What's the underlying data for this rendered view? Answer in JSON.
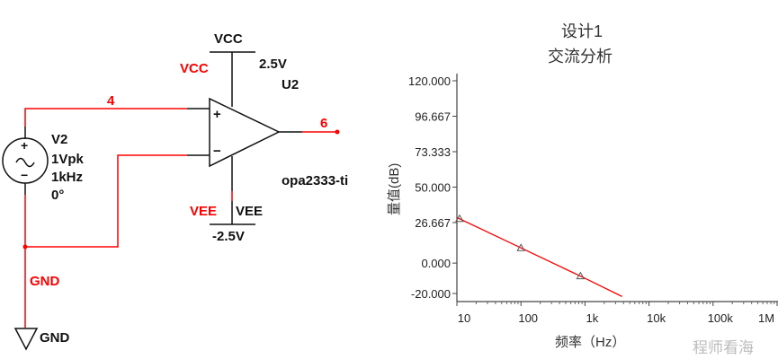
{
  "schematic": {
    "vcc_symbol": "VCC",
    "vcc_voltage": "2.5V",
    "vcc_net": "VCC",
    "part_ref": "U2",
    "part_model": "opa2333-ti",
    "net_in": "4",
    "net_out": "6",
    "source_ref": "V2",
    "source_amp": "1Vpk",
    "source_freq": "1kHz",
    "source_phase": "0°",
    "vee_net": "VEE",
    "vee_symbol": "VEE",
    "vee_voltage": "-2.5V",
    "gnd_net": "GND",
    "gnd_symbol": "GND",
    "plus": "+",
    "minus": "−",
    "wire_color": "#ff0000"
  },
  "watermark": "程师看海",
  "chart_data": {
    "type": "line",
    "title": "设计1",
    "subtitle": "交流分析",
    "xlabel": "频率（Hz）",
    "ylabel": "量值(dB)",
    "x_scale": "log",
    "xlim": [
      10,
      1000000
    ],
    "ylim": [
      -20,
      120
    ],
    "x_ticks": [
      "10",
      "100",
      "1k",
      "10k",
      "100k",
      "1M"
    ],
    "y_ticks": [
      "120.000",
      "96.667",
      "73.333",
      "50.000",
      "26.667",
      "0.000",
      "-20.000"
    ],
    "grid": false,
    "series": [
      {
        "color": "#ff0000",
        "marker": "triangle",
        "x": [
          10,
          100,
          1000,
          3800
        ],
        "y": [
          30,
          10,
          -10,
          -22
        ],
        "marker_x": [
          11,
          100,
          850
        ]
      }
    ]
  }
}
